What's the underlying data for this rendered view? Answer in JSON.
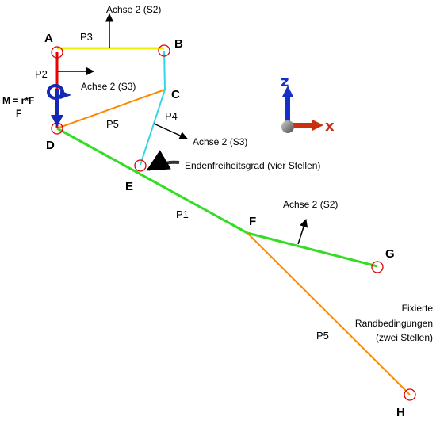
{
  "points": {
    "A": "A",
    "B": "B",
    "C": "C",
    "D": "D",
    "E": "E",
    "F": "F",
    "G": "G",
    "H": "H"
  },
  "members": {
    "p1": "P1",
    "p2": "P2",
    "p3": "P3",
    "p4": "P4",
    "p5_upper": "P5",
    "p5_lower": "P5"
  },
  "annotations": {
    "axis_s2_top": "Achse 2 (S2)",
    "axis_s3_p2": "Achse 2 (S3)",
    "axis_s3_p4": "Achse 2 (S3)",
    "axis_s2_f": "Achse 2 (S2)",
    "end_release": "Endenfreiheitsgrad (vier Stellen)",
    "moment": "M = r*F",
    "force": "F",
    "fixed_line1": "Fixierte",
    "fixed_line2": "Randbedingungen",
    "fixed_line3": "(zwei Stellen)"
  },
  "triad": {
    "z": "z",
    "x": "x"
  },
  "colors": {
    "p1": "#33dd22",
    "p2": "#ee0000",
    "p3": "#eeee00",
    "p4": "#33d6e6",
    "p5": "#ff8800",
    "marker": "#dd0000",
    "z_axis": "#1430c8",
    "x_axis": "#c83010",
    "load": "#1428b4"
  }
}
